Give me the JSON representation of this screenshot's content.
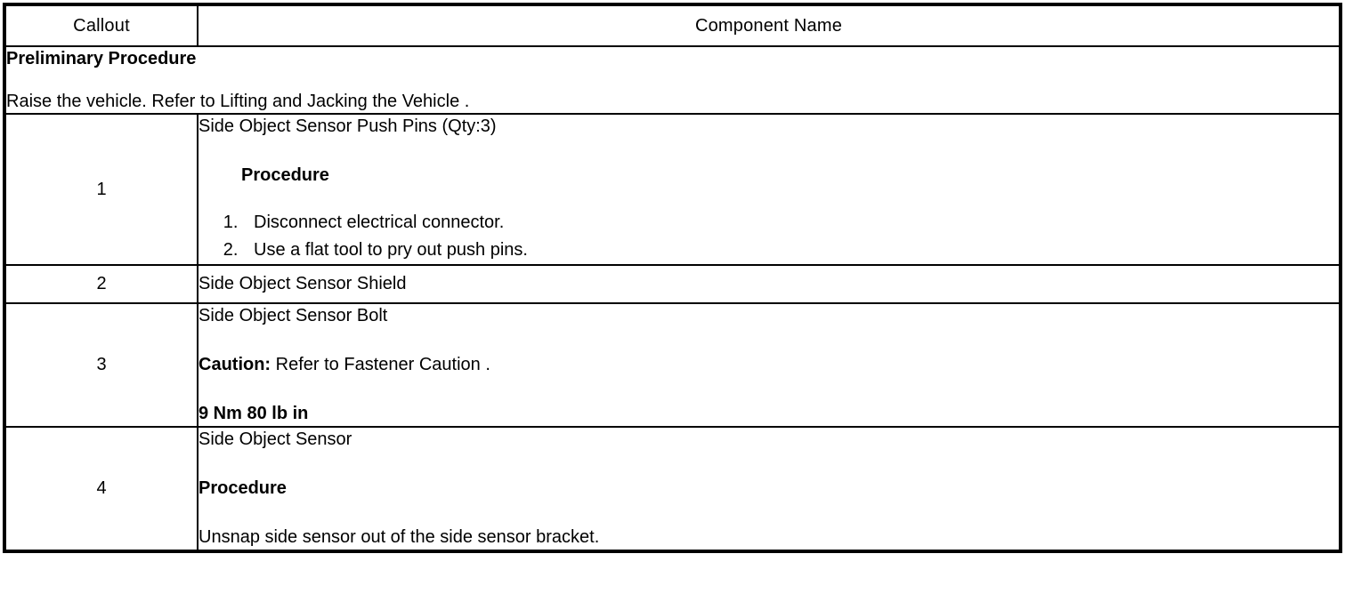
{
  "table": {
    "headers": {
      "callout": "Callout",
      "component_name": "Component Name"
    },
    "preliminary": {
      "title": "Preliminary Procedure",
      "text": "Raise the vehicle. Refer to Lifting and Jacking the Vehicle ."
    },
    "rows": [
      {
        "callout": "1",
        "name": "Side Object Sensor Push Pins (Qty:3)",
        "procedure_heading": "Procedure",
        "steps": [
          "Disconnect electrical connector.",
          "Use a flat tool to pry out push pins."
        ]
      },
      {
        "callout": "2",
        "name": "Side Object Sensor Shield"
      },
      {
        "callout": "3",
        "name": "Side Object Sensor Bolt",
        "caution_label": "Caution:",
        "caution_text": " Refer to Fastener Caution .",
        "torque": "9 Nm 80 lb in"
      },
      {
        "callout": "4",
        "name": "Side Object Sensor",
        "procedure_heading": "Procedure",
        "procedure_text": "Unsnap side sensor out of the side sensor bracket."
      }
    ]
  }
}
